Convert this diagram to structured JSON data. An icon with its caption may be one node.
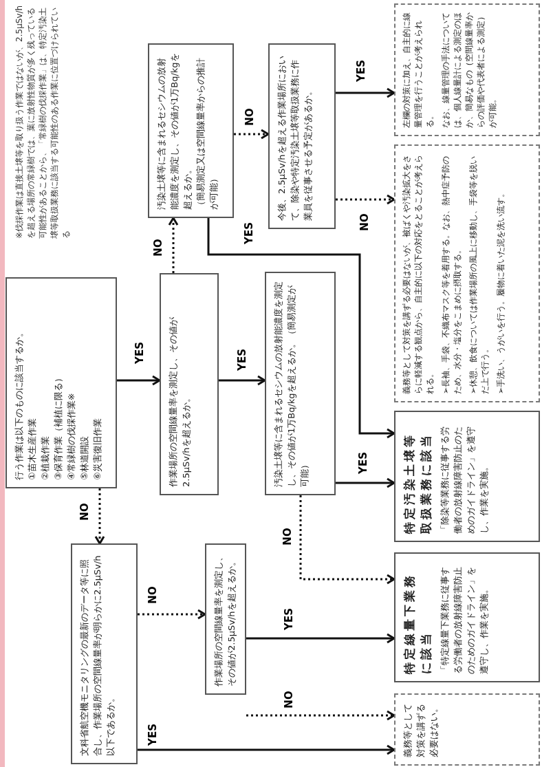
{
  "diagram": {
    "nodes": [
      {
        "text": [
          "行う作業は以下のものに該当するか。",
          "①苗木生産作業",
          "②植栽作業",
          "③保育作業（補植に限る）",
          "④常緑樹の伐採作業※",
          "⑤林道開設",
          "⑥災害復旧作業"
        ]
      },
      {
        "text": [
          "文科省航空機モニタリングの最新のデータ等に照合し、作業場所の空間線量率が明らかに2.5μSv/h以下であるか。"
        ]
      },
      {
        "text": [
          "作業場所の空間線量率を測定し、その値が2.5μSv/hを超えるか。"
        ]
      },
      {
        "text": [
          "汚染土壌等に含まれるセシウムの放射能濃度を測定し、その値が1万Bq/kgを超えるか。",
          "（簡易測定又は空間線量率からの推計が可能）"
        ]
      },
      {
        "text": [
          "作業場所の空間線量率を測定し、その値が2.5μSv/hを超えるか。"
        ]
      },
      {
        "text": [
          "汚染土壌等に含まれるセシウムの放射能濃度を測定し、その値が1万Bq/kgを超えるか。（簡易測定が可能）"
        ]
      },
      {
        "text": [
          "今後、2.5μSv/hを超える作業場所において、除染や特定汚染土壌等取扱業務に作業員を従事させる予定があるか。"
        ]
      },
      {
        "text": [
          "特定汚染土壌等取扱業務に該当",
          "「除染等業務に従事する労働者の放射線障害防止のためのガイドライン」を遵守し、作業を実施。"
        ]
      },
      {
        "text": [
          "特定線量下業務に該当",
          "「特定線量下業務に従事する労働者の放射線障害防止のためのガイドライン」を遵守し、作業を実施。"
        ]
      },
      {
        "text": [
          "義務等として対策を講ずる必要はない。"
        ]
      },
      {
        "text": [
          "左欄の対策に加え、自主的に線量管理を行うことが考えられる。",
          "なお、線量管理の手法については、個人線量計による測定のほか、簡易なもの（空間線量率からの評価や代表者による測定）が可能。"
        ]
      },
      {
        "text": [
          "義務等として対策を講ずる必要はないが、被ばくや汚染拡大をさらに軽減する観点から、自主的に以下の対応をとることが考えられる。",
          "➢長袖、手袋、不織布マスク等を着用する。なお、熱中症予防のため、水分・塩分をこまめに摂取する。",
          "➢休憩、飲食については作業場所の風上に移動し、手袋等を脱いだ上で行う。",
          "➢手洗い、うがいを行う。履物に着いた泥を洗い流す。"
        ]
      }
    ],
    "edges": [
      {
        "from": 0,
        "to": 2,
        "arrow": "to",
        "label": "YES"
      },
      {
        "from": 0,
        "to": 1,
        "arrow": "to",
        "label": "NO",
        "style": "dashed"
      },
      {
        "from": 2,
        "to": 3,
        "arrow": "to",
        "label": "NO",
        "style": "dashed"
      },
      {
        "from": 2,
        "to": 5,
        "arrow": "to",
        "label": "YES"
      },
      {
        "from": 3,
        "to": 6,
        "arrow": "to",
        "label": "NO",
        "style": "dashed"
      },
      {
        "from": 3,
        "to": 7,
        "arrow": "to",
        "label": "YES"
      },
      {
        "from": 6,
        "to": 10,
        "arrow": "to",
        "label": "YES"
      },
      {
        "from": 6,
        "to": 11,
        "arrow": "to",
        "label": "NO",
        "style": "dashed"
      },
      {
        "from": 5,
        "to": 7,
        "arrow": "to",
        "label": "YES"
      },
      {
        "from": 5,
        "to": 8,
        "arrow": "to",
        "label": "NO",
        "style": "dashed"
      },
      {
        "from": 1,
        "to": 4,
        "arrow": "to",
        "label": "NO",
        "style": "dashed"
      },
      {
        "from": 4,
        "to": 8,
        "arrow": "to",
        "label": "YES"
      },
      {
        "from": 4,
        "to": 9,
        "arrow": "to",
        "label": "NO",
        "style": "dashed"
      },
      {
        "from": 1,
        "to": 9,
        "arrow": "to",
        "label": "YES"
      }
    ],
    "labels": [
      "※伐採作業は直接土壌等を取り扱う作業ではないが、2.5μSv/hを超える場所の常緑樹では、葉に放射性物質が多く残っている可能性があることから、「常緑樹の伐採作業」は、特定汚染土壌等取扱業務に該当する可能性のある作業に位置づけられている"
    ]
  }
}
